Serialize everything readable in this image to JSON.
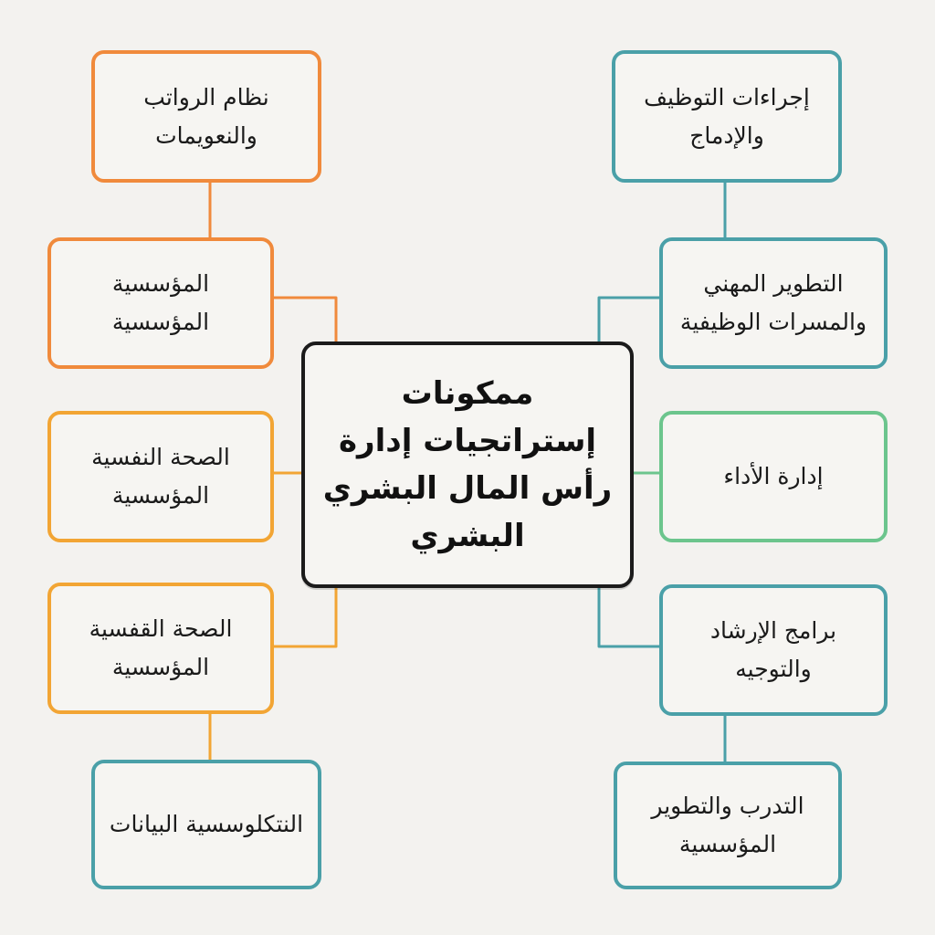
{
  "colors": {
    "orange": "#f08a3c",
    "yellow": "#f2a534",
    "teal": "#4aa0a8",
    "green": "#6cc58d",
    "center_border": "#1b1b1b",
    "background": "#f3f2ef"
  },
  "center": {
    "title": "ممكونات إستراتجيات إدارة رأس المال البشري البشري"
  },
  "left_nodes": [
    {
      "text": "نظام الرواتب والنعويمات"
    },
    {
      "text": "المؤسسية المؤسسية"
    },
    {
      "text": "الصحة النفسية المؤسسية"
    },
    {
      "text": "الصحة القفسية المؤسسية"
    },
    {
      "text": "النتكلوسسية البيانات"
    }
  ],
  "right_nodes": [
    {
      "text": "إجراءات التوظيف والإدماج"
    },
    {
      "text": "التطوير المهني والمسرات الوظيفية"
    },
    {
      "text": "إدارة الأداء"
    },
    {
      "text": "برامج الإرشاد والتوجيه"
    },
    {
      "text": "التدرب والتطوير المؤسسية"
    }
  ]
}
